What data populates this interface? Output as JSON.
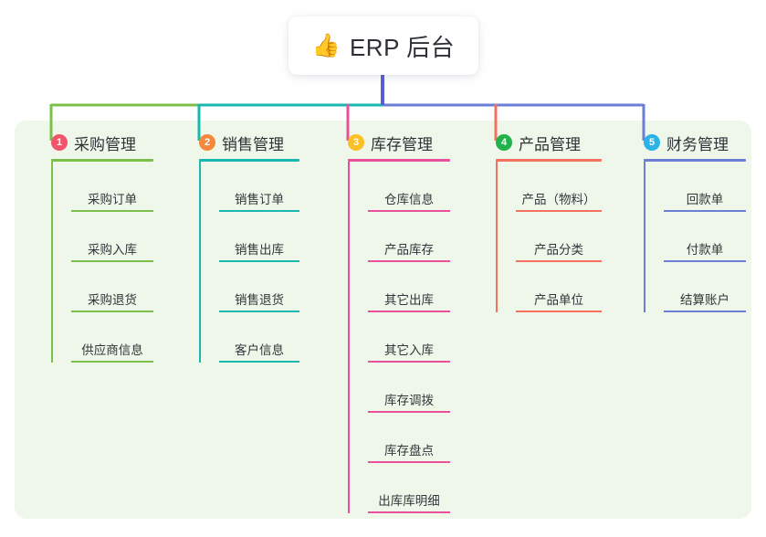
{
  "root": {
    "emoji": "👍",
    "emoji_name": "thumbs-up-icon",
    "label": "ERP 后台"
  },
  "theme": {
    "panel_bg": "#eef7e9",
    "page_bg": "#ffffff",
    "root_stem": "#5a5fd0",
    "text": "#2f3237"
  },
  "columns": [
    {
      "number": "1",
      "title": "采购管理",
      "badge_color": "#f2556b",
      "line_color": "#7cc04a",
      "items": [
        "采购订单",
        "采购入库",
        "采购退货",
        "供应商信息"
      ]
    },
    {
      "number": "2",
      "title": "销售管理",
      "badge_color": "#f5883c",
      "line_color": "#17b8b0",
      "items": [
        "销售订单",
        "销售出库",
        "销售退货",
        "客户信息"
      ]
    },
    {
      "number": "3",
      "title": "库存管理",
      "badge_color": "#fbc025",
      "line_color": "#e8509b",
      "items": [
        "仓库信息",
        "产品库存",
        "其它出库",
        "其它入库",
        "库存调拨",
        "库存盘点",
        "出库库明细"
      ]
    },
    {
      "number": "4",
      "title": "产品管理",
      "badge_color": "#22b24c",
      "line_color": "#f4705f",
      "items": [
        "产品（物料）",
        "产品分类",
        "产品单位"
      ]
    },
    {
      "number": "5",
      "title": "财务管理",
      "badge_color": "#2bb3e8",
      "line_color": "#6b7fd6",
      "items": [
        "回款单",
        "付款单",
        "结算账户"
      ]
    }
  ]
}
